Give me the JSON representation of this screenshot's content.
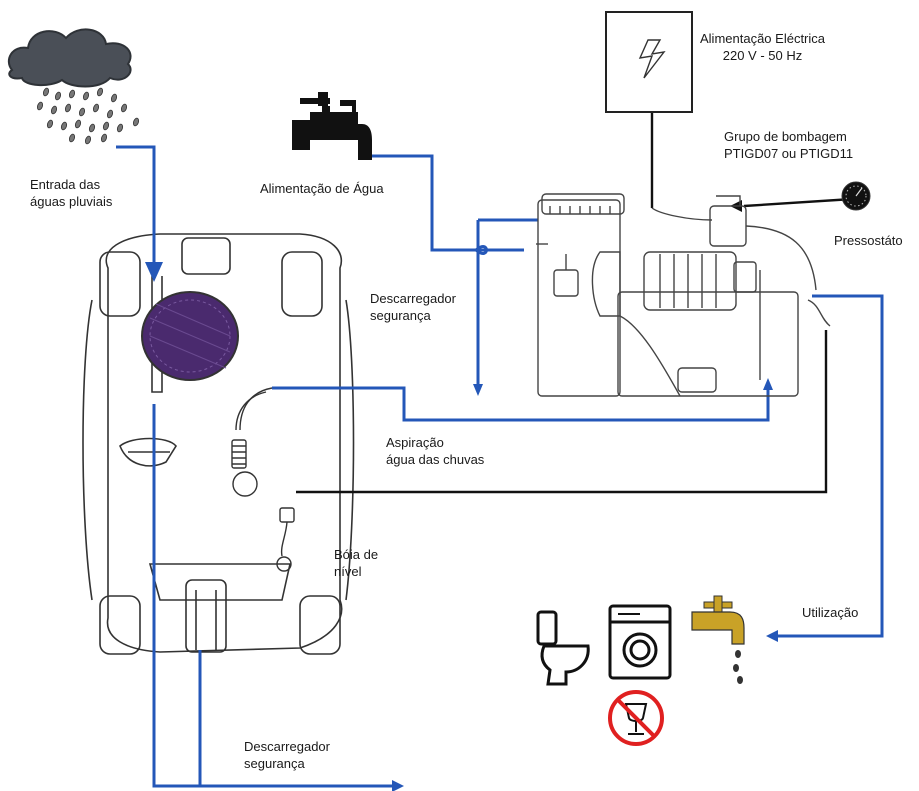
{
  "labels": {
    "rain_inlet": [
      "Entrada das",
      "águas pluviais"
    ],
    "water_supply": "Alimentação de Água",
    "power_supply": [
      "Alimentação Eléctrica",
      "220 V - 50 Hz"
    ],
    "pump_group": [
      "Grupo de bombagem",
      "PTIGD07 ou PTIGD11"
    ],
    "pressure_switch": "Pressostáto",
    "safety_overflow_top": [
      "Descarregador",
      "segurança"
    ],
    "suction": [
      "Aspiração",
      "água das chuvas"
    ],
    "level_float": [
      "Bóia de",
      "nível"
    ],
    "usage": "Utilização",
    "safety_overflow_bottom": [
      "Descarregador",
      "segurança"
    ]
  },
  "colors": {
    "pipe": "#2457b8",
    "cable": "#111111",
    "tank_outline": "#333333",
    "filter": "#4a2a6e",
    "faucet": "#c9a227",
    "forbidden": "#e02020",
    "cloud": "#4a4f57"
  },
  "icons": [
    "rain-cloud-icon",
    "water-tap-icon",
    "lightning-icon",
    "pressure-gauge-icon",
    "toilet-icon",
    "washing-machine-icon",
    "faucet-icon",
    "no-drinking-icon"
  ]
}
